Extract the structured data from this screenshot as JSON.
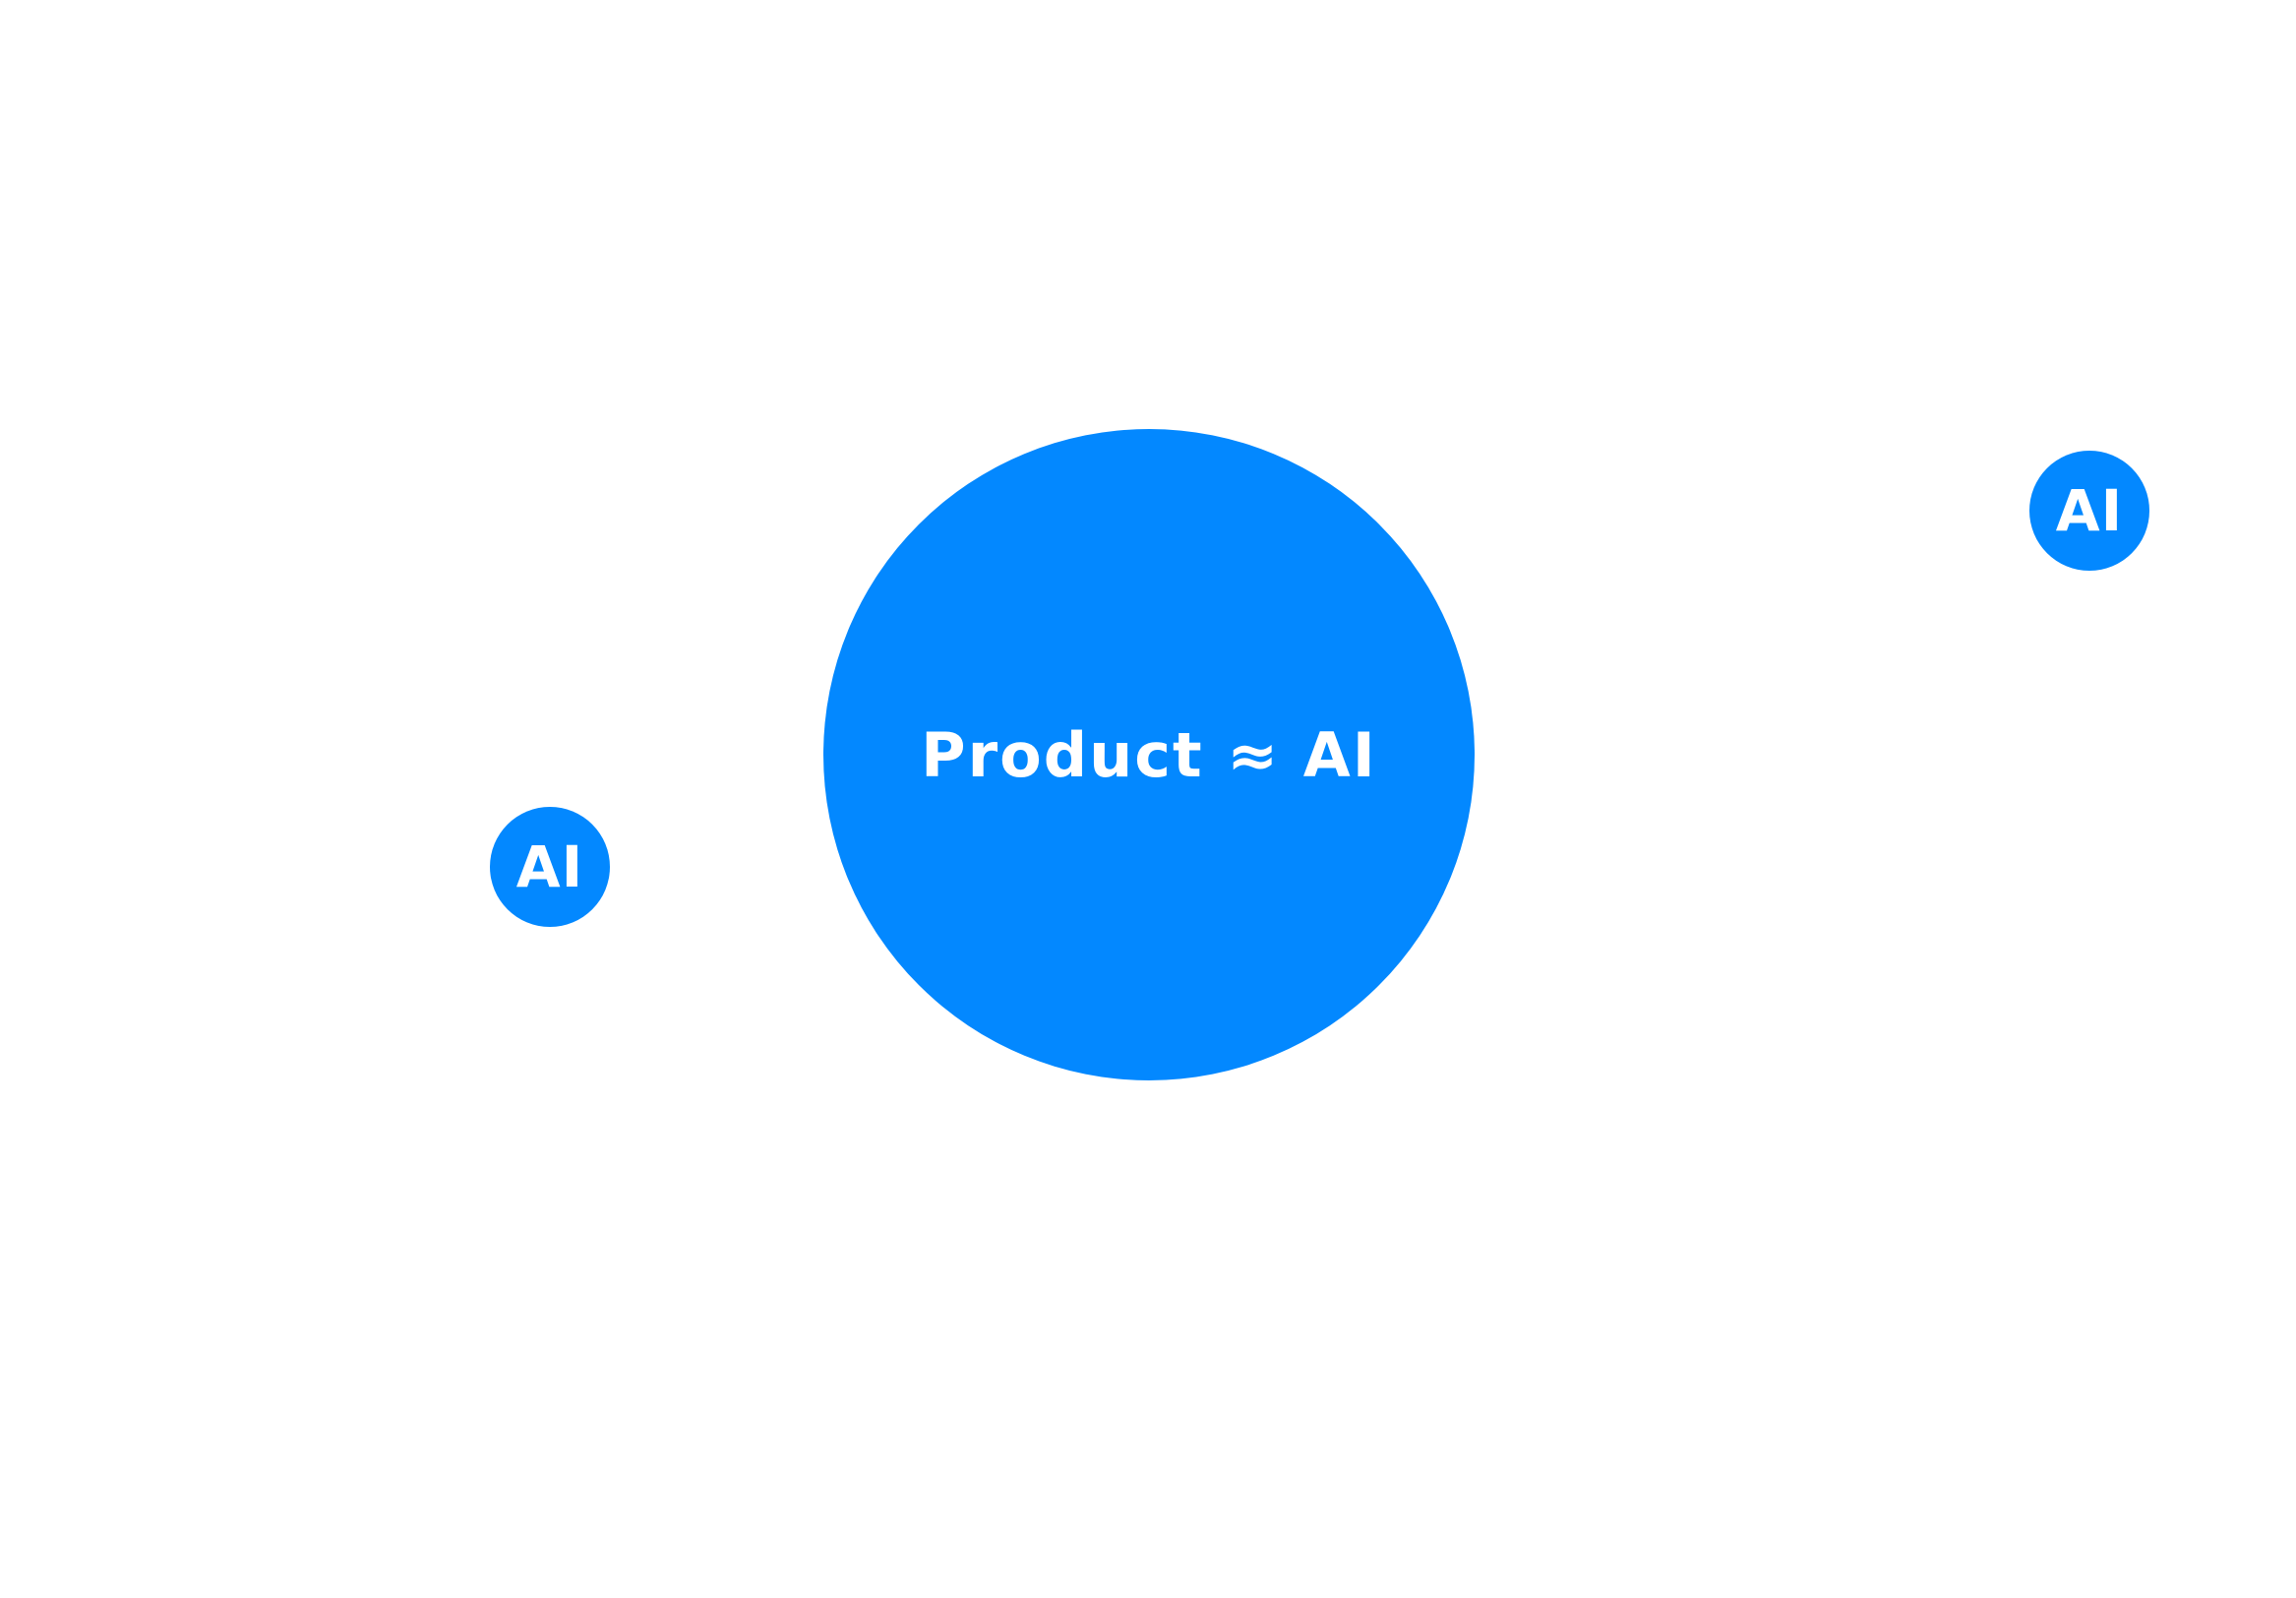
{
  "canvas": {
    "background": "#ffffff",
    "accent": "#0388ff"
  },
  "main_bubble": {
    "label": "Product ≈ AI"
  },
  "small_bubbles": [
    {
      "label": "AI"
    },
    {
      "label": "AI"
    }
  ]
}
